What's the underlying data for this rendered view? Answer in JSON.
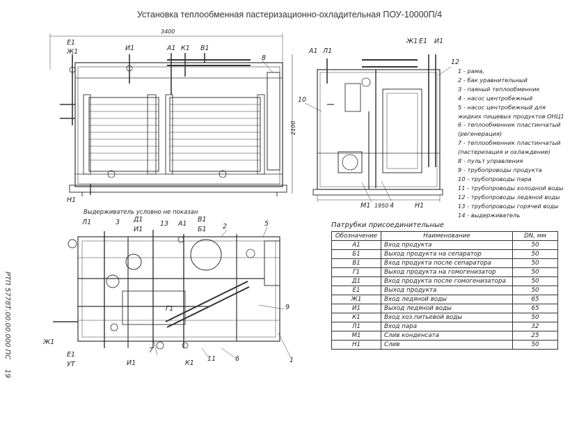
{
  "title": "Установка теплообменная пастеризационно-охладительная ПОУ-10000П/4",
  "front_view": {
    "dim_width": "3400",
    "dim_height": "2100",
    "labels": [
      "Е1",
      "Ж1",
      "И1",
      "А1",
      "К1",
      "В1",
      "8",
      "Н1"
    ]
  },
  "side_view": {
    "dim_width": "1950",
    "labels": [
      "А1",
      "Л1",
      "Ж1",
      "Е1",
      "И1",
      "12",
      "10",
      "М1",
      "4",
      "Н1"
    ]
  },
  "plan_view": {
    "note": "Выдерживатель условно не показан",
    "labels": [
      "Л1",
      "3",
      "Д1",
      "И1",
      "13",
      "А1",
      "В1",
      "Б1",
      "2",
      "5",
      "Г1",
      "9",
      "Ж1",
      "Е1",
      "УТ",
      "И1",
      "7",
      "К1",
      "11",
      "6",
      "1"
    ]
  },
  "legend": [
    "1 - рама,",
    "2 - бак уравнительный",
    "3 - паяный теплообменник",
    "4 - насос центробежный",
    "5 - насос центробежный для",
    "жидких пищевых продуктов ОНЦ1",
    "6 - теплообменник пластинчатый",
    "(регенерация)",
    "7 - теплообменник пластинчатый",
    "(пастеризация и охлаждение)",
    "8 - пульт управления",
    "9 - трубопроводы продукта",
    "10 - трубопроводы пара",
    "11 - трубопроводы холодной воды",
    "12 - трубопроводы ледяной воды",
    "13 - трубопроводы горячей воды",
    "14 - выдерживатель"
  ],
  "connections": {
    "caption": "Патрубки присоединительные",
    "headers": [
      "Обозначение",
      "Наименование",
      "DN, мм"
    ],
    "rows": [
      [
        "А1",
        "Вход продукта",
        "50"
      ],
      [
        "Б1",
        "Выход продукта на сепаратор",
        "50"
      ],
      [
        "В1",
        "Вход продукта после сепаратора",
        "50"
      ],
      [
        "Г1",
        "Выход продукта на гомогенизатор",
        "50"
      ],
      [
        "Д1",
        "Вход продукта после гомогенизатора",
        "50"
      ],
      [
        "Е1",
        "Выход продукта",
        "50"
      ],
      [
        "Ж1",
        "Вход ледяной воды",
        "65"
      ],
      [
        "И1",
        "Выход ледяной воды",
        "65"
      ],
      [
        "К1",
        "Вход хоз.питьевой воды",
        "50"
      ],
      [
        "Л1",
        "Вход пара",
        "32"
      ],
      [
        "М1",
        "Слив конденсата",
        "25"
      ],
      [
        "Н1",
        "Слив",
        "50"
      ]
    ]
  },
  "stamp": {
    "code": "РТП 5778Т.00.00.000 ПС",
    "page": "19"
  }
}
